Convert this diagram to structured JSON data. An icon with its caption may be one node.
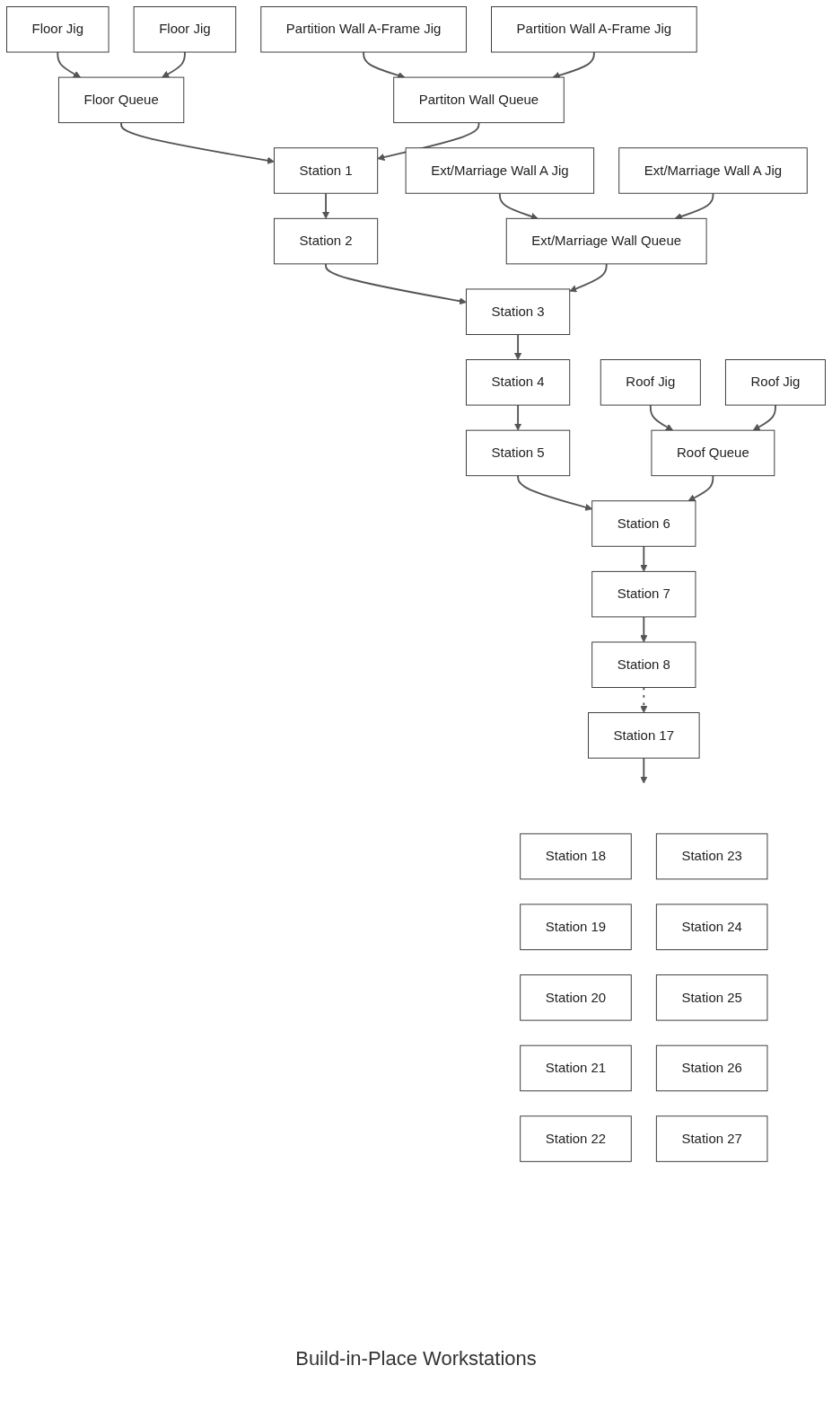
{
  "diagram": {
    "nodes": [
      {
        "text": [
          "Floor Jig"
        ]
      },
      {
        "text": [
          "Floor Jig"
        ]
      },
      {
        "text": [
          "Floor Queue"
        ]
      },
      {
        "text": [
          "Partition Wall A-Frame Jig"
        ]
      },
      {
        "text": [
          "Station 1"
        ]
      },
      {
        "text": [
          "Partiton Wall Queue"
        ]
      },
      {
        "text": [
          "Partition Wall A-Frame Jig"
        ]
      },
      {
        "text": [
          "Ext/Marriage Wall A Jig"
        ]
      },
      {
        "text": [
          "Station 2"
        ]
      },
      {
        "text": [
          "Ext/Marriage Wall Queue"
        ]
      },
      {
        "text": [
          "Station 3"
        ]
      },
      {
        "text": [
          "Ext/Marriage Wall A Jig"
        ]
      },
      {
        "text": [
          "Station 4"
        ]
      },
      {
        "text": [
          "Roof Jig"
        ]
      },
      {
        "text": [
          "Station 5"
        ]
      },
      {
        "text": [
          "Station 6"
        ]
      },
      {
        "text": [
          "Roof Queue"
        ]
      },
      {
        "text": [
          "Station 7"
        ]
      },
      {
        "text": [
          "Roof Jig"
        ]
      },
      {
        "text": [
          "Station 8"
        ]
      },
      {
        "text": [
          "Station 17"
        ]
      },
      {
        "text": [
          "Station 18"
        ]
      },
      {
        "text": [
          "Station 23"
        ]
      },
      {
        "text": [
          "Station 19"
        ]
      },
      {
        "text": [
          "Station 24"
        ]
      },
      {
        "text": [
          "Station 20"
        ]
      },
      {
        "text": [
          "Station 25"
        ]
      },
      {
        "text": [
          "Station 21"
        ]
      },
      {
        "text": [
          "Station 26"
        ]
      },
      {
        "text": [
          "Station 22"
        ]
      },
      {
        "text": [
          "Station 27"
        ]
      }
    ],
    "edges": [
      {
        "from": 0,
        "to": 2,
        "arrow": "to"
      },
      {
        "from": 1,
        "to": 2,
        "arrow": "to"
      },
      {
        "from": 2,
        "to": 4,
        "arrow": "to"
      },
      {
        "from": 3,
        "to": 5,
        "arrow": "to"
      },
      {
        "from": 6,
        "to": 5,
        "arrow": "to"
      },
      {
        "from": 5,
        "to": 4,
        "arrow": "to"
      },
      {
        "from": 4,
        "to": 8,
        "arrow": "to"
      },
      {
        "from": 7,
        "to": 9,
        "arrow": "to"
      },
      {
        "from": 11,
        "to": 9,
        "arrow": "to"
      },
      {
        "from": 8,
        "to": 10,
        "arrow": "to"
      },
      {
        "from": 9,
        "to": 10,
        "arrow": "to"
      },
      {
        "from": 10,
        "to": 12,
        "arrow": "to"
      },
      {
        "from": 12,
        "to": 14,
        "arrow": "to"
      },
      {
        "from": 14,
        "to": 15,
        "arrow": "to"
      },
      {
        "from": 13,
        "to": 16,
        "arrow": "to"
      },
      {
        "from": 18,
        "to": 16,
        "arrow": "to"
      },
      {
        "from": 16,
        "to": 15,
        "arrow": "to"
      },
      {
        "from": 15,
        "to": 17,
        "arrow": "to"
      },
      {
        "from": 17,
        "to": 19,
        "arrow": "to"
      },
      {
        "from": 19,
        "to": 20,
        "arrow": "to",
        "style": "dashed"
      },
      {
        "from": 20,
        "to": null,
        "arrow": "to"
      }
    ],
    "labels": [
      "Build-in-Place Workstations"
    ]
  }
}
